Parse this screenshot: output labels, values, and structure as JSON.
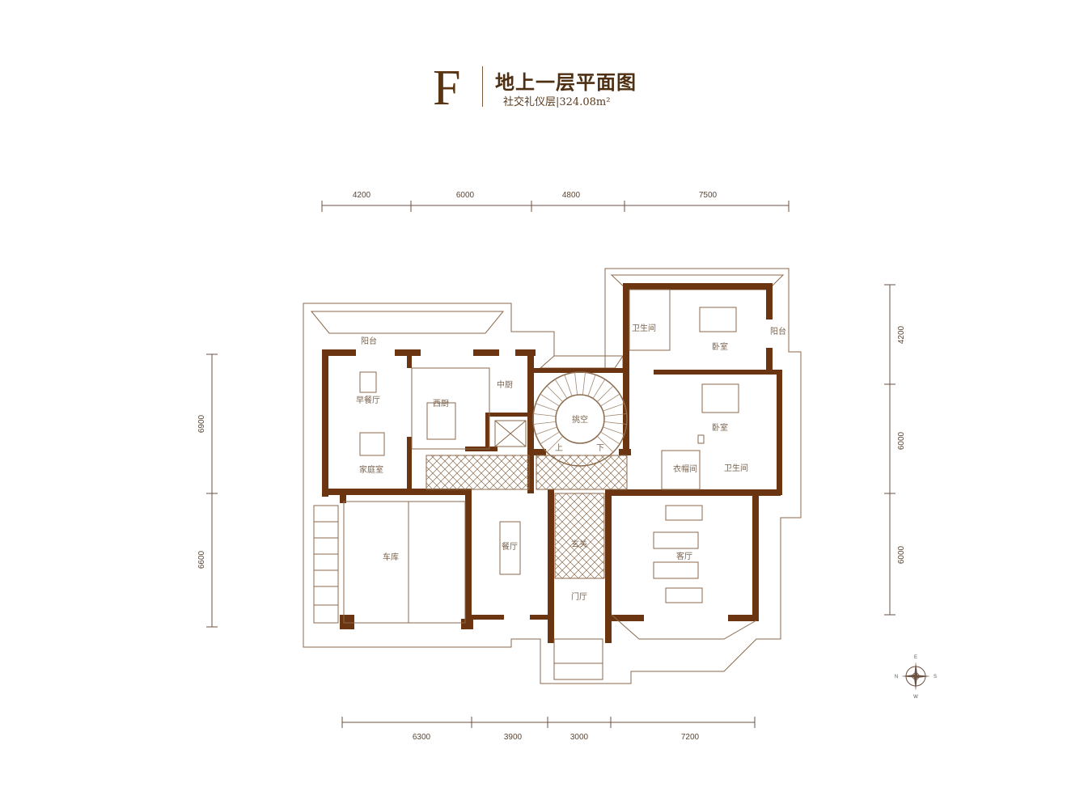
{
  "header": {
    "type_letter": "F",
    "title": "地上一层平面图",
    "subtitle": "社交礼仪层|324.08m²"
  },
  "rooms": {
    "balcony_left": "阳台",
    "breakfast": "早餐厅",
    "family": "家庭室",
    "western_kitchen": "西厨",
    "chinese_kitchen": "中厨",
    "void": "挑空",
    "stair_up": "上",
    "stair_down": "下",
    "bath_top": "卫生间",
    "bedroom_top": "卧室",
    "balcony_right": "阳台",
    "bedroom_mid": "卧室",
    "closet": "衣帽间",
    "bath_mid": "卫生间",
    "garage": "车库",
    "dining": "餐厅",
    "entry": "玄关",
    "foyer": "门厅",
    "living": "客厅"
  },
  "dimensions": {
    "top": [
      "4200",
      "6000",
      "4800",
      "7500"
    ],
    "bottom": [
      "6300",
      "3900",
      "3000",
      "7200"
    ],
    "left": [
      "6900",
      "6600"
    ],
    "right": [
      "4200",
      "6000",
      "6000"
    ]
  },
  "compass": {
    "top": "E",
    "left": "N",
    "right": "S",
    "bottom": "W"
  },
  "colors": {
    "wall": "#6a3510",
    "text": "#7a6450",
    "title": "#4e2f12"
  }
}
